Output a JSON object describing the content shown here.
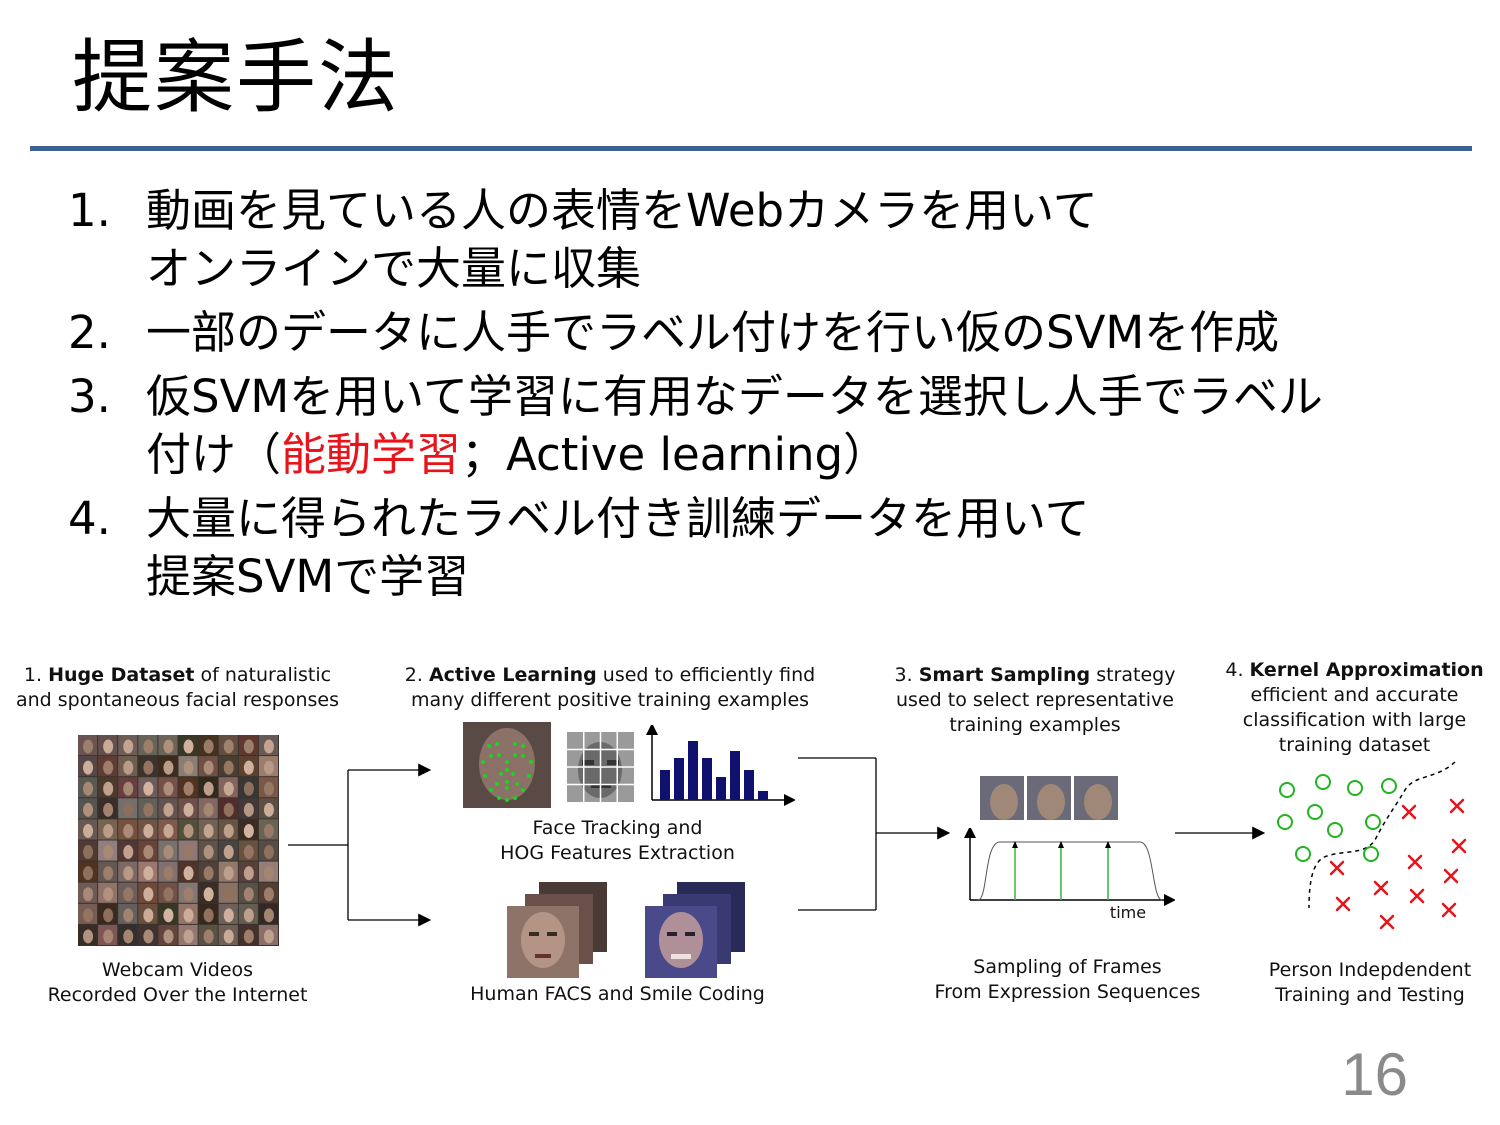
{
  "slide": {
    "title": "提案手法",
    "page_number": "16",
    "accent_color": "#3d6291",
    "highlight_color": "#e8141b"
  },
  "list": [
    {
      "num": "1.",
      "lines": [
        "動画を見ている人の表情をWebカメラを用いて",
        "オンラインで大量に収集"
      ]
    },
    {
      "num": "2.",
      "lines": [
        "一部のデータに人手でラベル付けを行い仮のSVMを作成"
      ]
    },
    {
      "num": "3.",
      "line1": "仮SVMを用いて学習に有用なデータを選択し人手でラベル",
      "line2_pre": "付け（",
      "line2_red": "能動学習",
      "line2_post": "；Active learning）"
    },
    {
      "num": "4.",
      "lines": [
        "大量に得られたラベル付き訓練データを用いて",
        "提案SVMで学習"
      ]
    }
  ],
  "figure": {
    "stage1": {
      "num": "1.",
      "bold": "Huge Dataset",
      "rest1": " of naturalistic",
      "line2": "and spontaneous facial responses",
      "caption1": "Webcam Videos",
      "caption2": "Recorded Over the Internet"
    },
    "stage2": {
      "num": "2.",
      "bold": "Active Learning",
      "rest1": " used to efficiently find",
      "line2": "many different positive training examples",
      "caption_top1": "Face Tracking and",
      "caption_top2": "HOG Features Extraction",
      "caption_bottom": "Human FACS and Smile Coding"
    },
    "stage3": {
      "num": "3.",
      "bold": "Smart Sampling",
      "rest1": " strategy",
      "line2": "used to select representative",
      "line3": "training examples",
      "axis_label": "time",
      "caption1": "Sampling of Frames",
      "caption2": "From Expression Sequences"
    },
    "stage4": {
      "num": "4.",
      "bold": "Kernel Approximation",
      "line2": "efficient and accurate",
      "line3": "classification with large",
      "line4": "training dataset",
      "caption1": "Person Indepdendent",
      "caption2": "Training and Testing"
    }
  }
}
